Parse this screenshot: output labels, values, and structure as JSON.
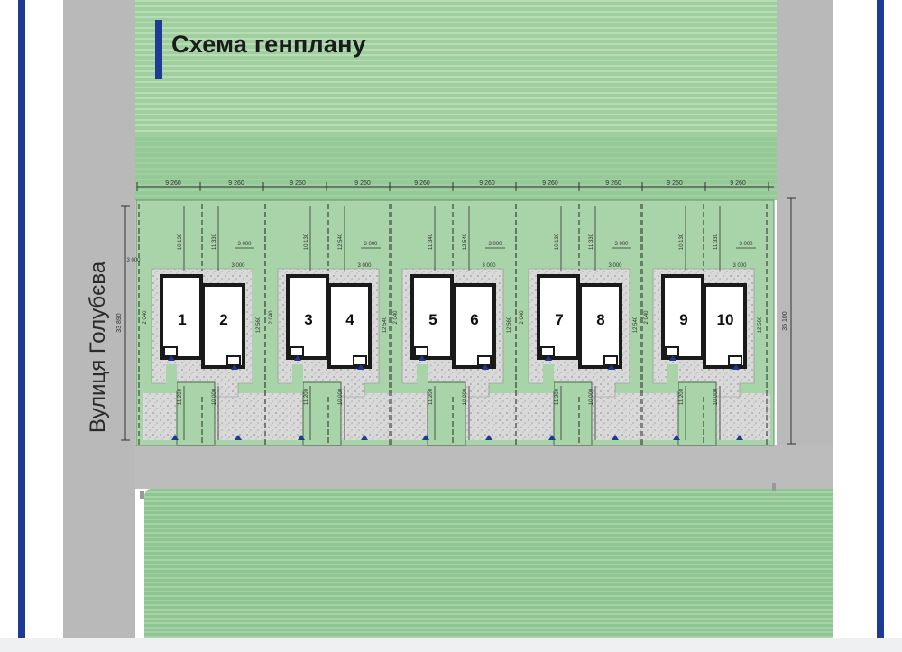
{
  "title": "Схема генплану",
  "street_name": "Вулиця Голубєва",
  "unit_numbers": [
    "1",
    "2",
    "3",
    "4",
    "5",
    "6",
    "7",
    "8",
    "9",
    "10"
  ],
  "dimensions": {
    "lot_width": "9 260",
    "depth_left": "33 890",
    "depth_right": "35 100",
    "side_setback": "3 000",
    "front_a": "10 130",
    "front_b": "11 330",
    "front_c": "12 540",
    "front_d": "11 340",
    "rear_a": "11 200",
    "rear_b": "10 000",
    "side_depth": "12 560",
    "side_depth_b": "12 540",
    "small": "2 040"
  },
  "colors": {
    "green_field": "#93c996",
    "green_lot": "#a9d4a9",
    "green_lawn": "#b8ddb6",
    "road": "#b8b8b8",
    "paving": "#d6d6d6",
    "accent": "#1f3a93",
    "wall": "#1a1a1a"
  }
}
